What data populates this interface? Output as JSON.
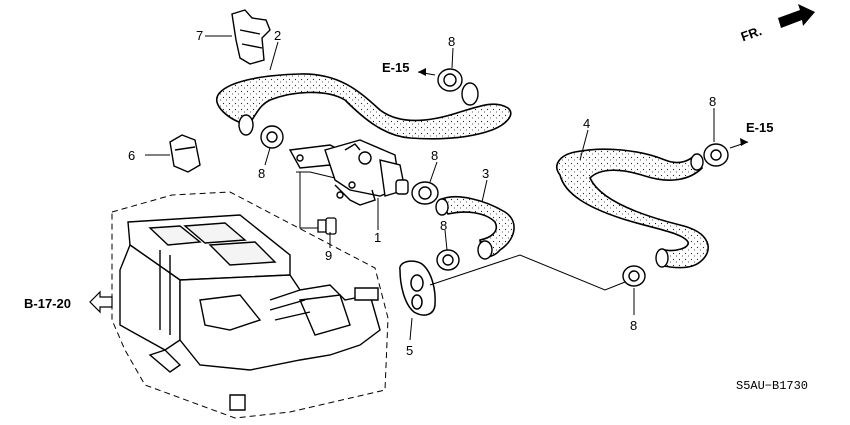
{
  "diagram": {
    "direction_label": "FR.",
    "diagram_code": "S5AU−B1730",
    "refs": {
      "e15_top": "E-15",
      "e15_right": "E-15",
      "b1720": "B-17-20"
    },
    "callouts": {
      "c1": "1",
      "c2": "2",
      "c3": "3",
      "c4": "4",
      "c5": "5",
      "c6": "6",
      "c7": "7",
      "c8a": "8",
      "c8b": "8",
      "c8c": "8",
      "c8d": "8",
      "c8e": "8",
      "c8f": "8",
      "c9": "9"
    }
  }
}
